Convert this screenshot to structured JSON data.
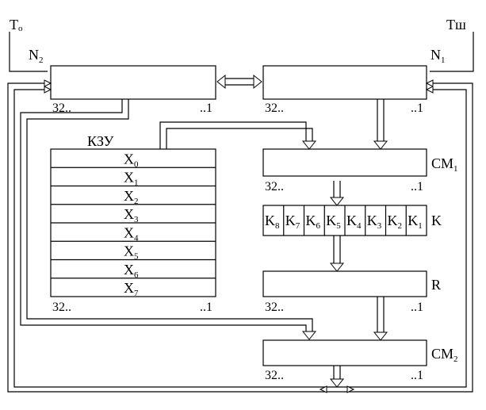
{
  "signals": {
    "t0": {
      "main": "T",
      "sub": "o"
    },
    "tsh": "Tш",
    "n2": {
      "main": "N",
      "sub": "2"
    },
    "n1": {
      "main": "N",
      "sub": "1"
    }
  },
  "bit_range": {
    "msb": "32..",
    "lsb": "..1"
  },
  "rom": {
    "title": "КЗУ",
    "rows": [
      {
        "main": "X",
        "sub": "0"
      },
      {
        "main": "X",
        "sub": "1"
      },
      {
        "main": "X",
        "sub": "2"
      },
      {
        "main": "X",
        "sub": "3"
      },
      {
        "main": "X",
        "sub": "4"
      },
      {
        "main": "X",
        "sub": "5"
      },
      {
        "main": "X",
        "sub": "6"
      },
      {
        "main": "X",
        "sub": "7"
      }
    ]
  },
  "cm1": {
    "main": "CM",
    "sub": "1"
  },
  "cm2": {
    "main": "CM",
    "sub": "2"
  },
  "k_register": {
    "label": "K",
    "cells": [
      {
        "main": "K",
        "sub": "8"
      },
      {
        "main": "K",
        "sub": "7"
      },
      {
        "main": "K",
        "sub": "6"
      },
      {
        "main": "K",
        "sub": "5"
      },
      {
        "main": "K",
        "sub": "4"
      },
      {
        "main": "K",
        "sub": "3"
      },
      {
        "main": "K",
        "sub": "2"
      },
      {
        "main": "K",
        "sub": "1"
      }
    ]
  },
  "r_register": {
    "label": "R"
  }
}
